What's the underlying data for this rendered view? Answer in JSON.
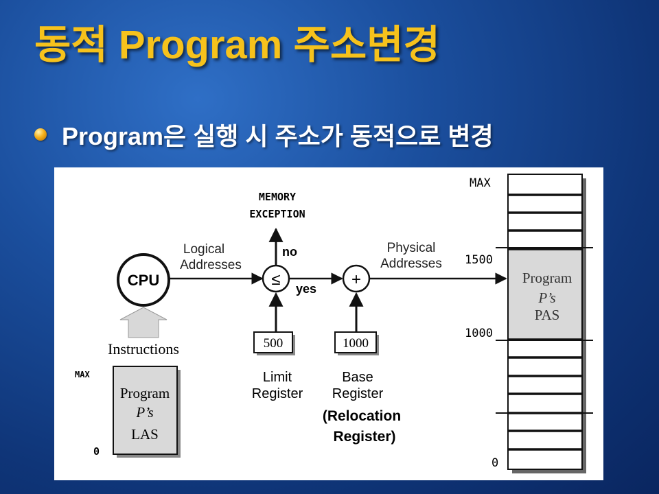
{
  "slide": {
    "title": "동적 Program 주소변경",
    "bullet": "Program은 실행 시 주소가 동적으로 변경"
  },
  "diagram": {
    "cpu": "CPU",
    "logical_line1": "Logical",
    "logical_line2": "Addresses",
    "memory_exception_line1": "MEMORY",
    "memory_exception_line2": "EXCEPTION",
    "no": "no",
    "yes": "yes",
    "compare_symbol": "≤",
    "add_symbol": "+",
    "physical_line1": "Physical",
    "physical_line2": "Addresses",
    "limit_value": "500",
    "base_value": "1000",
    "limit_label_line1": "Limit",
    "limit_label_line2": "Register",
    "base_label_line1": "Base",
    "base_label_line2": "Register",
    "relocation_line1": "(Relocation",
    "relocation_line2": "Register)",
    "instructions": "Instructions",
    "las_max": "MAX",
    "las_zero": "0",
    "las_line1": "Program",
    "las_line2": "P’s",
    "las_line3": "LAS",
    "pas_max": "MAX",
    "pas_1500": "1500",
    "pas_1000": "1000",
    "pas_zero": "0",
    "pas_line1": "Program",
    "pas_line2": "P’s",
    "pas_line3": "PAS"
  }
}
